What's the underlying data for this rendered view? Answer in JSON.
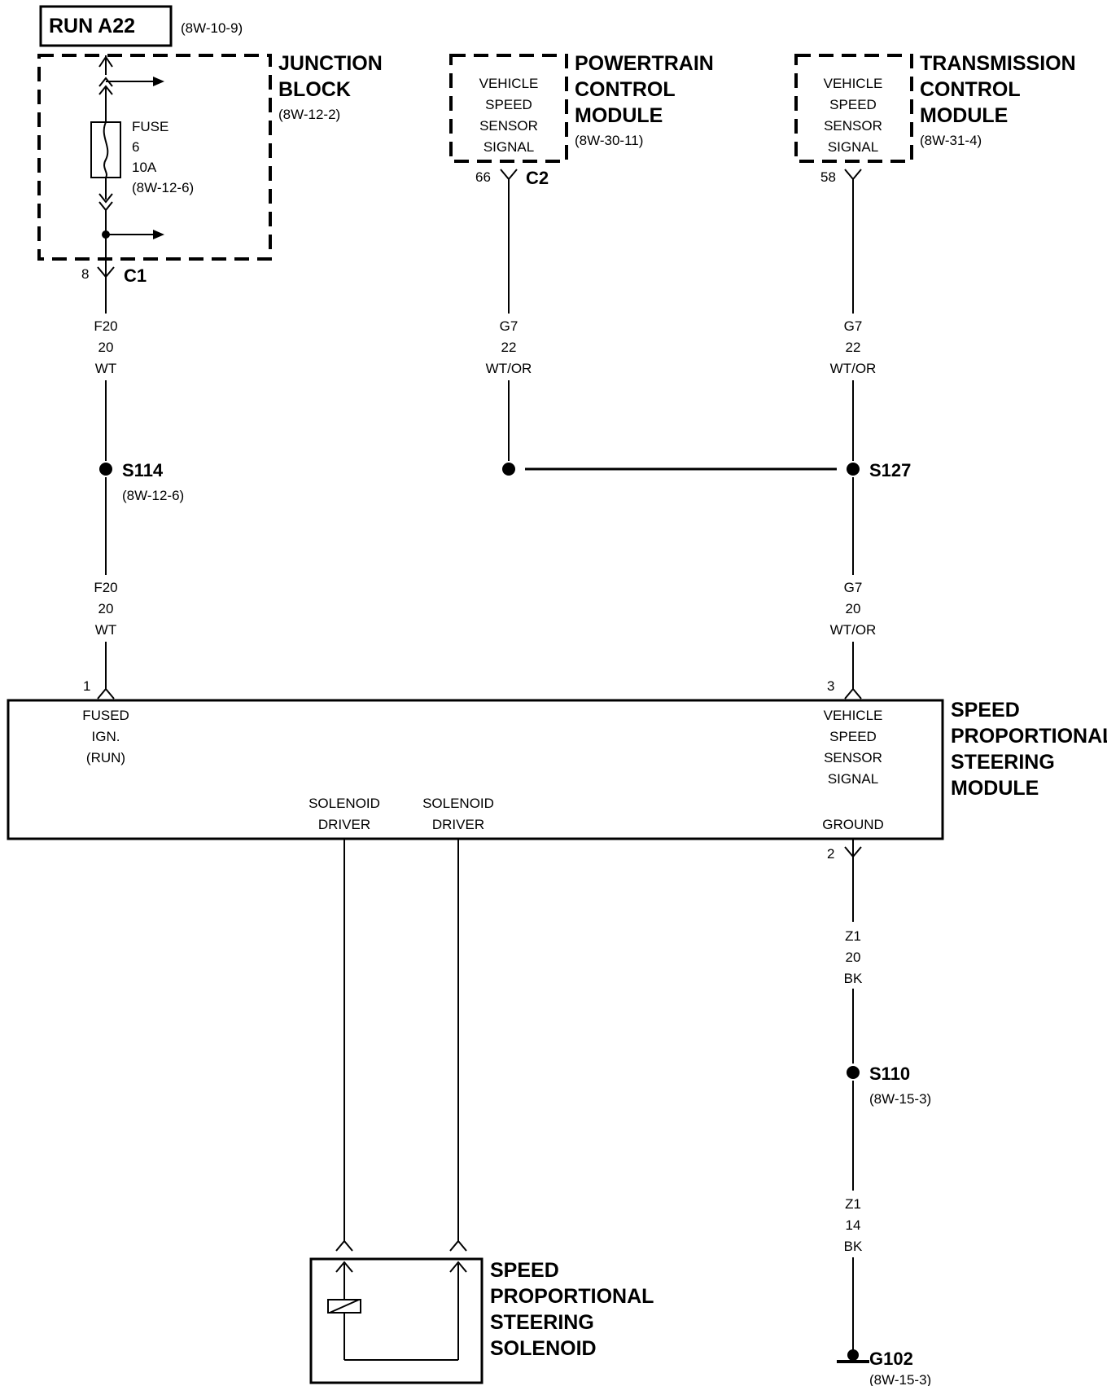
{
  "run_label": "RUN A22",
  "run_ref": "(8W-10-9)",
  "junction_block": {
    "title": [
      "JUNCTION",
      "BLOCK"
    ],
    "ref": "(8W-12-2)",
    "fuse": [
      "FUSE",
      "6",
      "10A",
      "(8W-12-6)"
    ],
    "pin": "8",
    "connector": "C1"
  },
  "pcm": {
    "title": [
      "POWERTRAIN",
      "CONTROL",
      "MODULE"
    ],
    "ref": "(8W-30-11)",
    "signal": [
      "VEHICLE",
      "SPEED",
      "SENSOR",
      "SIGNAL"
    ],
    "pin": "66",
    "connector": "C2"
  },
  "tcm": {
    "title": [
      "TRANSMISSION",
      "CONTROL",
      "MODULE"
    ],
    "ref": "(8W-31-4)",
    "signal": [
      "VEHICLE",
      "SPEED",
      "SENSOR",
      "SIGNAL"
    ],
    "pin": "58"
  },
  "wires": {
    "f20_upper": [
      "F20",
      "20",
      "WT"
    ],
    "g7_pcm": [
      "G7",
      "22",
      "WT/OR"
    ],
    "g7_tcm": [
      "G7",
      "22",
      "WT/OR"
    ],
    "f20_lower": [
      "F20",
      "20",
      "WT"
    ],
    "g7_lower": [
      "G7",
      "20",
      "WT/OR"
    ],
    "z1_upper": [
      "Z1",
      "20",
      "BK"
    ],
    "z1_lower": [
      "Z1",
      "14",
      "BK"
    ]
  },
  "splices": {
    "s114": "S114",
    "s114_ref": "(8W-12-6)",
    "s127": "S127",
    "s110": "S110",
    "s110_ref": "(8W-15-3)"
  },
  "ground": {
    "label": "G102",
    "ref": "(8W-15-3)"
  },
  "module": {
    "title": [
      "SPEED",
      "PROPORTIONAL",
      "STEERING",
      "MODULE"
    ],
    "pin1": "1",
    "pin3": "3",
    "pin2": "2",
    "fused_ign": [
      "FUSED",
      "IGN.",
      "(RUN)"
    ],
    "vss": [
      "VEHICLE",
      "SPEED",
      "SENSOR",
      "SIGNAL"
    ],
    "ground": "GROUND",
    "solenoid_driver_1": [
      "SOLENOID",
      "DRIVER"
    ],
    "solenoid_driver_2": [
      "SOLENOID",
      "DRIVER"
    ]
  },
  "solenoid": {
    "title": [
      "SPEED",
      "PROPORTIONAL",
      "STEERING",
      "SOLENOID"
    ]
  }
}
